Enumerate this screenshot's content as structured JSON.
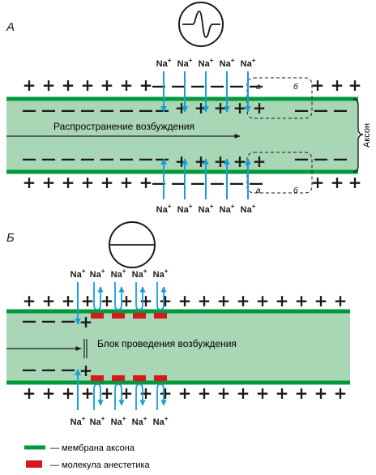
{
  "panel_a": {
    "letter": "А",
    "ion": "Na",
    "ion_charge": "+",
    "flow_label": "Распространение возбуждения",
    "axon_label": "Аксон",
    "zone_a": "а",
    "zone_b": "б"
  },
  "panel_b": {
    "letter": "Б",
    "ion": "Na",
    "ion_charge": "+",
    "block_label": "Блок проведения возбуждения"
  },
  "legend": {
    "membrane": "— мембрана аксона",
    "anesthetic": "— молекула анестетика"
  },
  "charges": {
    "plus": "+",
    "minus": "—"
  },
  "colors": {
    "membrane": "#009a3d",
    "axoplasm": "#a9d6b5",
    "arrow": "#1a9ed6",
    "anesthetic": "#d7191c",
    "ink": "#1a1a1a"
  }
}
